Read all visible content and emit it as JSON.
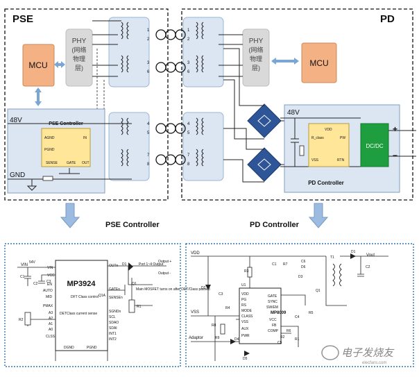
{
  "top": {
    "pse_title": "PSE",
    "pd_title": "PD",
    "mcu_left": "MCU",
    "mcu_right": "MCU",
    "phy_left_lines": [
      "PHY",
      "(网络",
      "物理",
      "层)"
    ],
    "phy_right_lines": [
      "PHY",
      "(网络",
      "物理",
      "层)"
    ],
    "pin_labels": [
      "1",
      "2",
      "3",
      "6",
      "4",
      "5",
      "7",
      "8"
    ],
    "pse_ctrl": {
      "label": "PSE Controller",
      "v48": "48V",
      "gnd": "GND",
      "agnd": "AGND",
      "pgnd": "PGND",
      "in": "IN",
      "sense": "SENSE",
      "gate": "GATE",
      "out": "OUT"
    },
    "pd_ctrl": {
      "label": "PD Controller",
      "v48": "48V",
      "vdd": "VDD",
      "rclass": "R_class",
      "pw": "PW",
      "vss": "VSS",
      "rtn": "RTN",
      "dcdc": "DC/DC",
      "plus": "+",
      "minus": "−"
    }
  },
  "arrows": {
    "left_label": "PSE Controller",
    "right_label": "PD Controller"
  },
  "left_schematic": {
    "chip": "MP3924",
    "vin": "VIN",
    "vin_val": "54V",
    "pins_left": [
      "VIN",
      "VCC",
      "EN",
      "AUTO",
      "MID",
      "PMAX",
      "A3",
      "A2",
      "A1",
      "A0",
      "CLSS"
    ],
    "pins_right": [
      "OUTn",
      "GATEn",
      "SENSEn",
      "SGNDn",
      "SCL",
      "SDAO",
      "SDAI",
      "INT1",
      "INT2"
    ],
    "pins_bottom": [
      "DGND",
      "PGND"
    ],
    "caps": [
      "C1",
      "C2",
      "C3"
    ],
    "res": [
      "R2",
      "R1"
    ],
    "parts": [
      "D1",
      "Q1",
      "Q1A"
    ],
    "port_label": "Port 1~4 Output",
    "out_plus": "Output +",
    "out_minus": "Output -",
    "note_def": "DFT Class control",
    "note_dc": "DETClass current sense",
    "note_mos": "Main MOSFET turns on after DET/Class passed"
  },
  "right_schematic": {
    "chip": "MP8009",
    "vdd": "VDD",
    "vss": "VSS",
    "adaptor": "Adaptor",
    "vout": "Vout",
    "u1": "U1",
    "pins_left": [
      "VDD",
      "PG",
      "RS",
      "MODE",
      "CLASS",
      "VSS",
      "AUX",
      "PWR"
    ],
    "pins_right": [
      "GATE",
      "SYNC",
      "SW/EM",
      "VCC",
      "FB",
      "COMP"
    ],
    "parts": [
      "D2",
      "C3",
      "R3",
      "R4",
      "R5",
      "R6",
      "R7",
      "R8",
      "D4",
      "D5",
      "D6",
      "C1",
      "C2",
      "C4",
      "C5",
      "C6",
      "Q1",
      "T1",
      "D1",
      "D3",
      "R1",
      "R2",
      "R9"
    ]
  },
  "watermark": "电子发烧友",
  "watermark_url": "elecfans.com",
  "colors": {
    "box_fill": "#dbe6f2",
    "box_stroke": "#7f9fc0",
    "mcu_fill": "#f4b183",
    "phy_fill": "#d9d9d9",
    "chip_fill": "#ffe699",
    "bridge_fill": "#2e5597",
    "dcdc_fill": "#1e9e3e",
    "arrow_fill": "#9bbbe0",
    "dash_blue": "#2f75b5"
  }
}
